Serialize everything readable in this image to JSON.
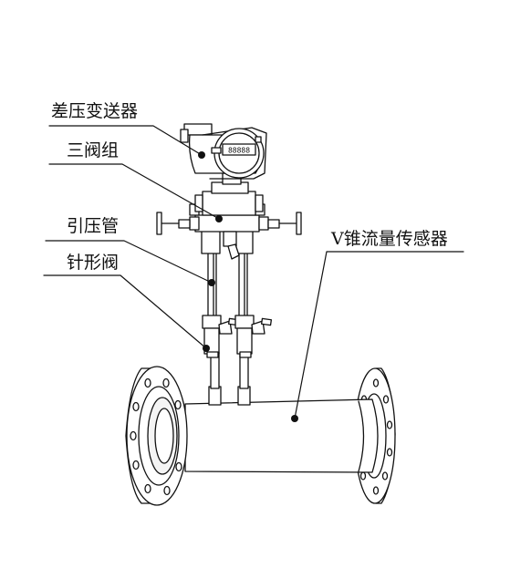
{
  "labels": {
    "transmitter": "差压变送器",
    "valve_manifold": "三阀组",
    "impulse_pipe": "引压管",
    "needle_valve": "针形阀",
    "sensor": "V锥流量传感器"
  },
  "display": {
    "digits": "88888"
  },
  "colors": {
    "line": "#111111",
    "background": "#ffffff",
    "dot": "#111111"
  }
}
